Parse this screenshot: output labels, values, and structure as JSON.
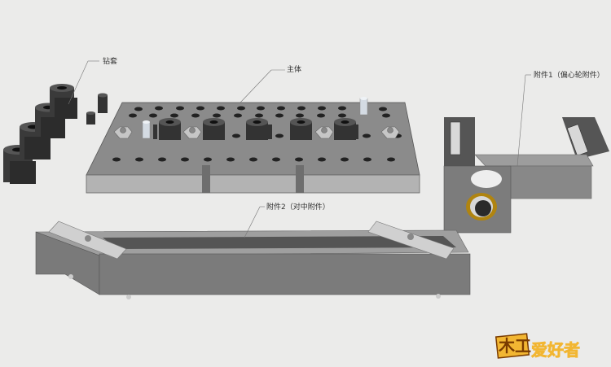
{
  "labels": {
    "bushings": "钻套",
    "main_body": "主体",
    "attachment1": "附件1（偏心轮附件）",
    "attachment2": "附件2（对中附件）"
  },
  "watermark": {
    "text": "爱好者",
    "badge": "木工"
  },
  "colors": {
    "background": "#ebebea",
    "body_top": "#8a8a8a",
    "body_front": "#b0b0b0",
    "dark_part": "#3a3a3a",
    "steel": "#cfcfcf",
    "logo_red": "#c8261c",
    "logo_gold": "#f2b632"
  }
}
